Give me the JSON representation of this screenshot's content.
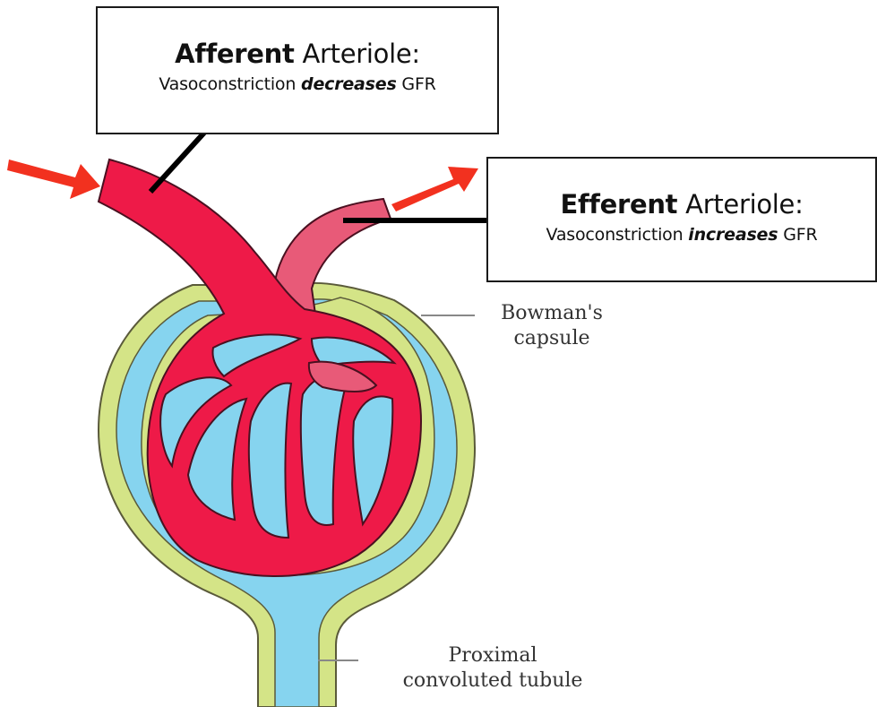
{
  "colors": {
    "vessel": "#ee1a48",
    "vessel_dark": "#4a1020",
    "efferent_vessel": "#e85a78",
    "capsule_space": "#86d4ef",
    "capsule_wall": "#d4e487",
    "arrow": "#f2311f"
  },
  "afferent": {
    "title_bold": "Afferent",
    "title_rest": " Arteriole:",
    "sub_pre": "Vasoconstriction ",
    "sub_em": "decreases",
    "sub_post": " GFR"
  },
  "efferent": {
    "title_bold": "Efferent",
    "title_rest": " Arteriole:",
    "sub_pre": "Vasoconstriction ",
    "sub_em": "increases",
    "sub_post": " GFR"
  },
  "labels": {
    "bowman_line1": "Bowman's",
    "bowman_line2": "capsule",
    "pct_line1": "Proximal",
    "pct_line2": "convoluted tubule"
  },
  "icons": [
    "afferent-flow-arrow-icon",
    "efferent-flow-arrow-icon"
  ]
}
